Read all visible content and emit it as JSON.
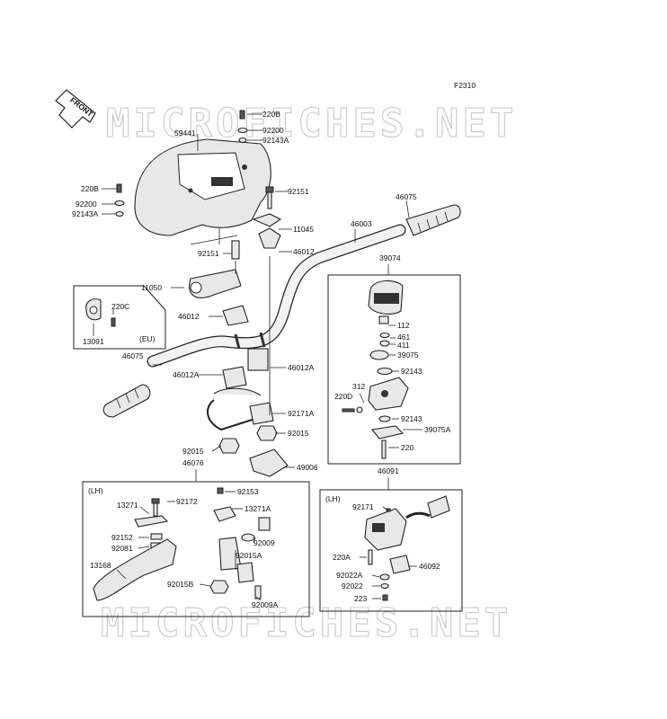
{
  "figure_code": "F2310",
  "front_label": "FRONT",
  "watermark_text": "MICROFICHES.NET",
  "boxes": {
    "eu_tag": "(EU)",
    "lh_left_tag": "(LH)",
    "lh_right_tag": "(LH)"
  },
  "labels": [
    {
      "id": "220B-top",
      "text": "220B"
    },
    {
      "id": "92200-top",
      "text": "92200"
    },
    {
      "id": "92143A-top",
      "text": "92143A"
    },
    {
      "id": "59441",
      "text": "59441"
    },
    {
      "id": "220B-left",
      "text": "220B"
    },
    {
      "id": "92200-left",
      "text": "92200"
    },
    {
      "id": "92143A-left",
      "text": "92143A"
    },
    {
      "id": "92151-a",
      "text": "92151"
    },
    {
      "id": "11045",
      "text": "11045"
    },
    {
      "id": "46012-a",
      "text": "46012"
    },
    {
      "id": "46075-right",
      "text": "46075"
    },
    {
      "id": "46003",
      "text": "46003"
    },
    {
      "id": "92151-b",
      "text": "92151"
    },
    {
      "id": "11050",
      "text": "11050"
    },
    {
      "id": "46012-b",
      "text": "46012"
    },
    {
      "id": "220C",
      "text": "220C"
    },
    {
      "id": "13091",
      "text": "13091"
    },
    {
      "id": "46075-left",
      "text": "46075"
    },
    {
      "id": "46012A-left",
      "text": "46012A"
    },
    {
      "id": "46012A-right",
      "text": "46012A"
    },
    {
      "id": "92171A",
      "text": "92171A"
    },
    {
      "id": "92015-a",
      "text": "92015"
    },
    {
      "id": "92015-b",
      "text": "92015"
    },
    {
      "id": "49006",
      "text": "49006"
    },
    {
      "id": "46076",
      "text": "46076"
    },
    {
      "id": "39074",
      "text": "39074"
    },
    {
      "id": "112",
      "text": "112"
    },
    {
      "id": "461",
      "text": "461"
    },
    {
      "id": "411",
      "text": "411"
    },
    {
      "id": "39075",
      "text": "39075"
    },
    {
      "id": "92143-a",
      "text": "92143"
    },
    {
      "id": "312",
      "text": "312"
    },
    {
      "id": "220D",
      "text": "220D"
    },
    {
      "id": "92143-b",
      "text": "92143"
    },
    {
      "id": "39075A",
      "text": "39075A"
    },
    {
      "id": "220",
      "text": "220"
    },
    {
      "id": "46091",
      "text": "46091"
    },
    {
      "id": "92153",
      "text": "92153"
    },
    {
      "id": "13271",
      "text": "13271"
    },
    {
      "id": "92172",
      "text": "92172"
    },
    {
      "id": "13271A",
      "text": "13271A"
    },
    {
      "id": "92152",
      "text": "92152"
    },
    {
      "id": "92081",
      "text": "92081"
    },
    {
      "id": "92009",
      "text": "92009"
    },
    {
      "id": "13168",
      "text": "13168"
    },
    {
      "id": "92015A",
      "text": "92015A"
    },
    {
      "id": "92015B",
      "text": "92015B"
    },
    {
      "id": "92009A",
      "text": "92009A"
    },
    {
      "id": "92171",
      "text": "92171"
    },
    {
      "id": "220A",
      "text": "220A"
    },
    {
      "id": "46092",
      "text": "46092"
    },
    {
      "id": "92022A",
      "text": "92022A"
    },
    {
      "id": "92022",
      "text": "92022"
    },
    {
      "id": "223",
      "text": "223"
    }
  ]
}
